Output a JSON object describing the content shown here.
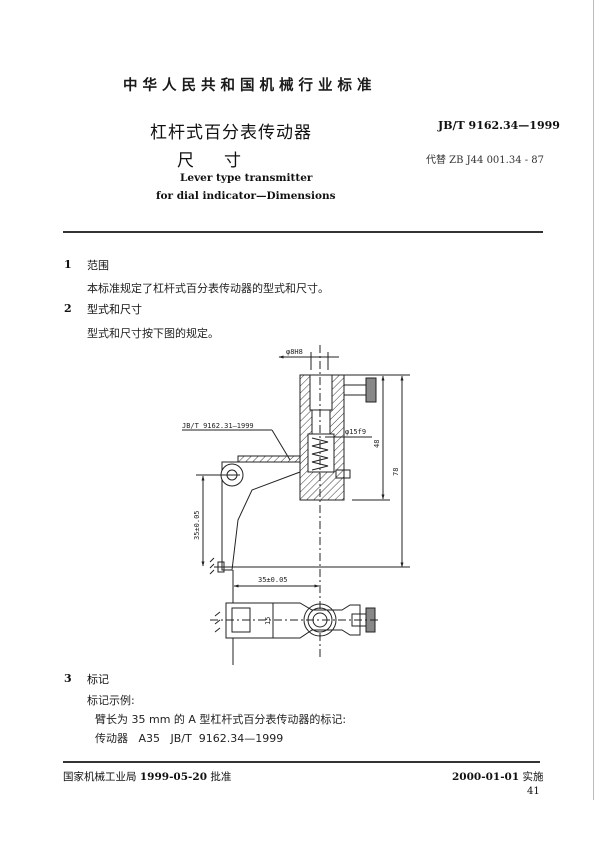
{
  "header": {
    "organization": "中华人民共和国机械行业标准",
    "title_cn_line1": "杠杆式百分表传动器",
    "title_cn_line2": "尺寸",
    "title_en_line1": "Lever type transmitter",
    "title_en_line2": "for dial indicator—Dimensions",
    "standard_number": "JB/T  9162.34—1999",
    "replaces": "代替 ZB J44 001.34 - 87"
  },
  "sections": [
    {
      "number": "1",
      "title": "范围",
      "body": [
        "本标准规定了杠杆式百分表传动器的型式和尺寸。"
      ]
    },
    {
      "number": "2",
      "title": "型式和尺寸",
      "body": [
        "型式和尺寸按下图的规定。"
      ]
    },
    {
      "number": "3",
      "title": "标记",
      "body": [
        "标记示例:",
        "臂长为 35 mm 的 A 型杠杆式百分表传动器的标记:",
        "传动器   A35   JB/T  9162.34—1999"
      ]
    }
  ],
  "drawing": {
    "callout_reference": "JB/T 9162.31—1999",
    "dimensions": {
      "bore": "φ8H8",
      "shaft": "φ15f9",
      "height_inner": "48",
      "height_total": "78",
      "vertical_arm": "35±0.05",
      "horizontal_arm": "35±0.05",
      "width": "15"
    }
  },
  "footer": {
    "approval": "国家机械工业局  1999-05-20  批准",
    "approval_org": "国家机械工业局",
    "approval_date": "1999-05-20",
    "approval_label": "批准",
    "effective_date": "2000-01-01",
    "effective_label": "实施",
    "page_number": "41"
  }
}
